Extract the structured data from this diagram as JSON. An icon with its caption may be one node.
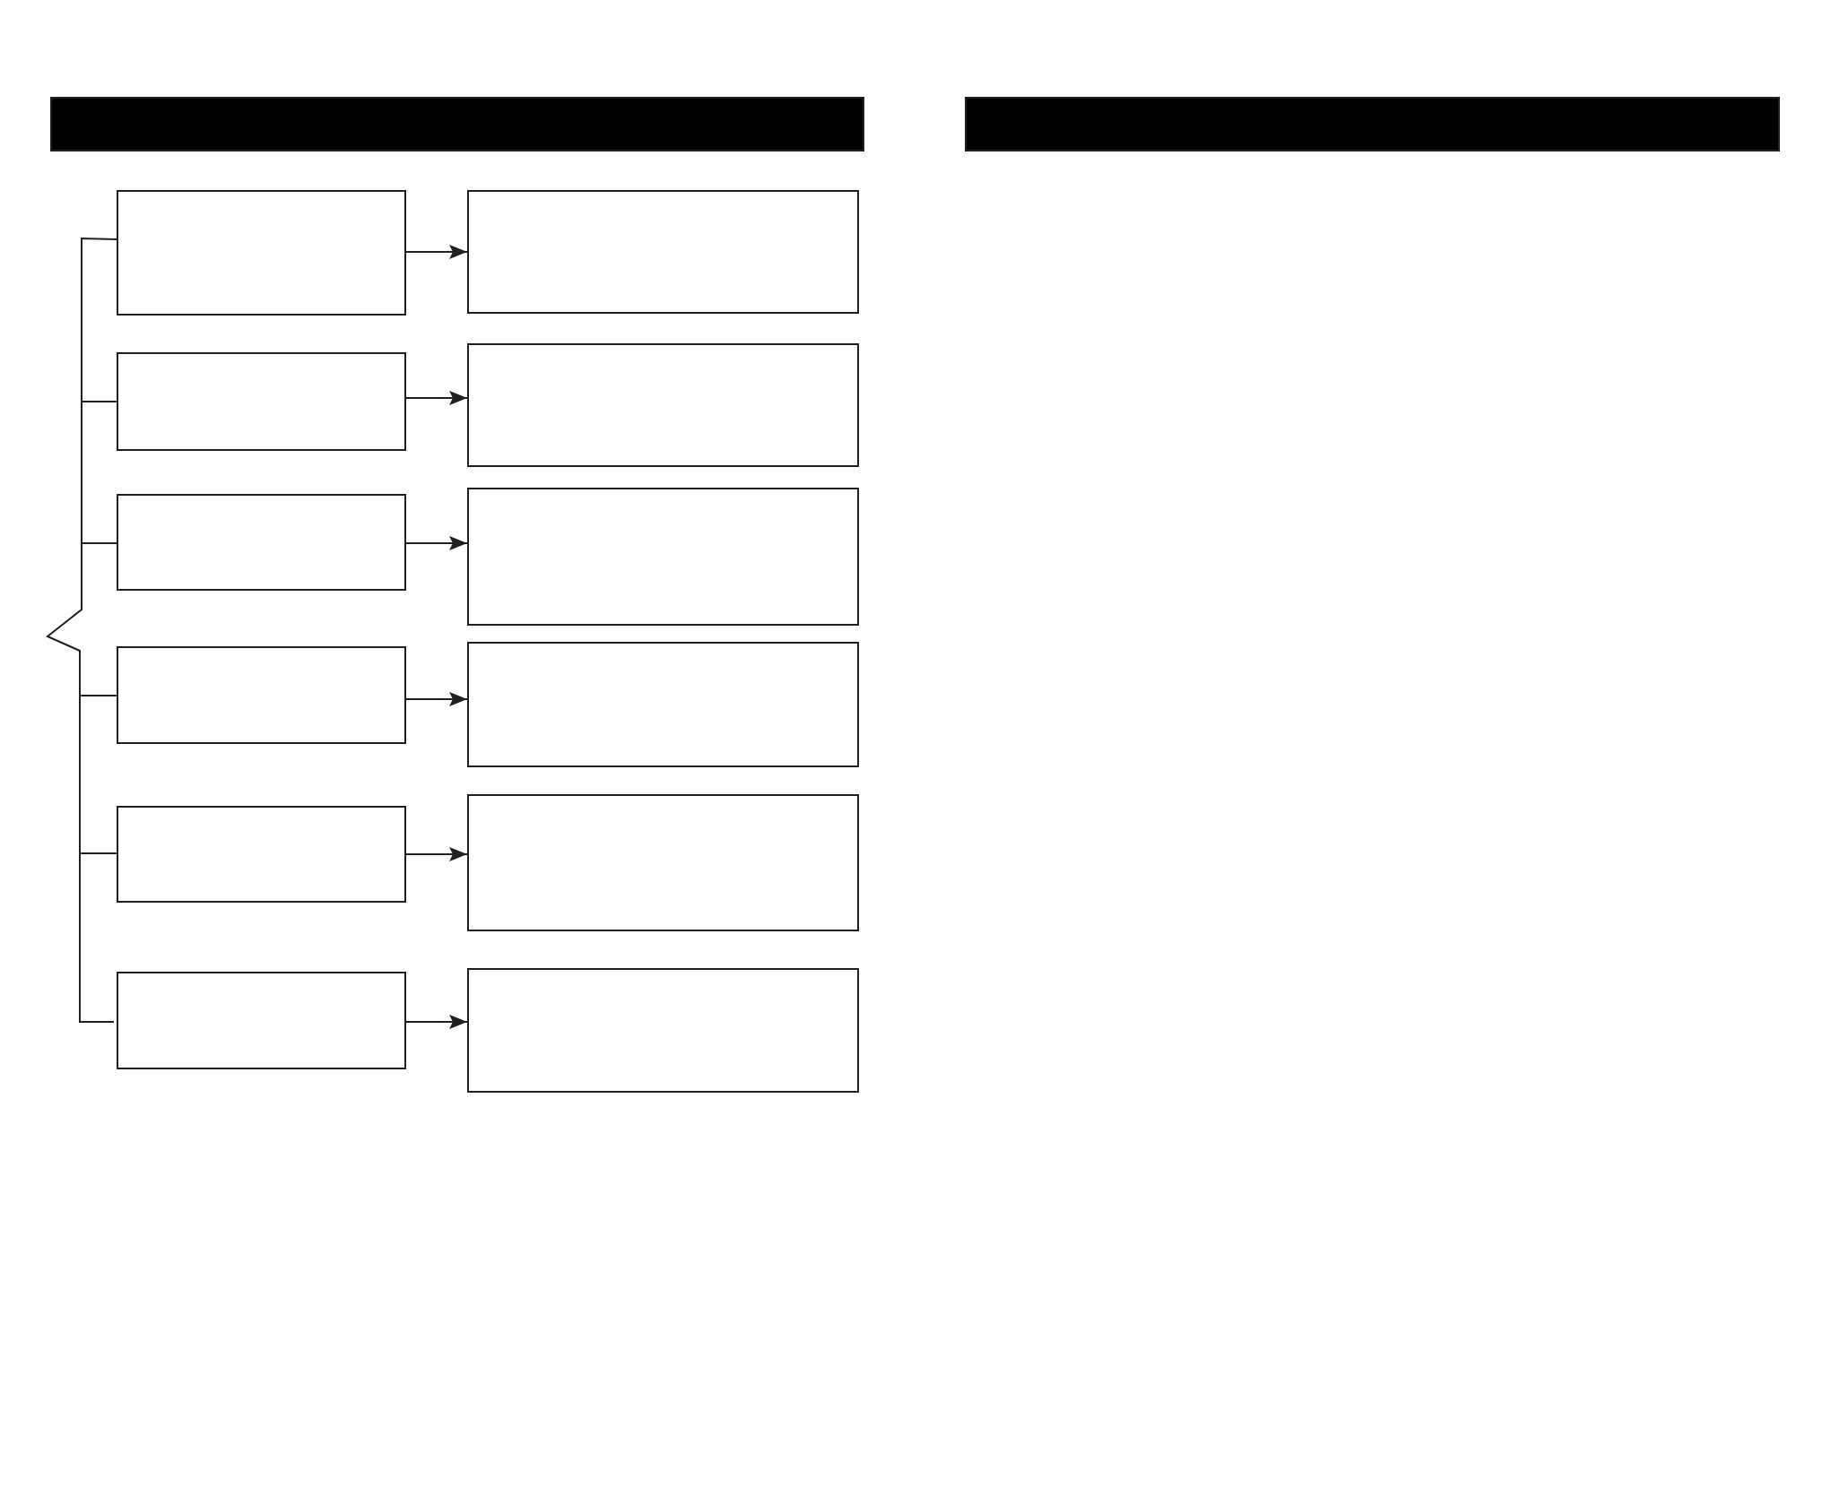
{
  "diagram": {
    "nodes": [
      {
        "text": [],
        "shape": "bar"
      },
      {
        "text": [],
        "shape": "bar"
      },
      {
        "text": [],
        "shape": "box"
      },
      {
        "text": [],
        "shape": "box"
      },
      {
        "text": [],
        "shape": "box"
      },
      {
        "text": [],
        "shape": "box"
      },
      {
        "text": [],
        "shape": "box"
      },
      {
        "text": [],
        "shape": "box"
      },
      {
        "text": [],
        "shape": "box"
      },
      {
        "text": [],
        "shape": "box"
      },
      {
        "text": [],
        "shape": "box"
      },
      {
        "text": [],
        "shape": "box"
      },
      {
        "text": [],
        "shape": "box"
      },
      {
        "text": [],
        "shape": "box"
      }
    ],
    "edges": [
      {
        "from": 2,
        "to": 3,
        "arrow": "to"
      },
      {
        "from": 4,
        "to": 5,
        "arrow": "to"
      },
      {
        "from": 6,
        "to": 7,
        "arrow": "to"
      },
      {
        "from": 8,
        "to": 9,
        "arrow": "to"
      },
      {
        "from": 10,
        "to": 11,
        "arrow": "to"
      },
      {
        "from": 12,
        "to": 13,
        "arrow": "to"
      }
    ]
  }
}
